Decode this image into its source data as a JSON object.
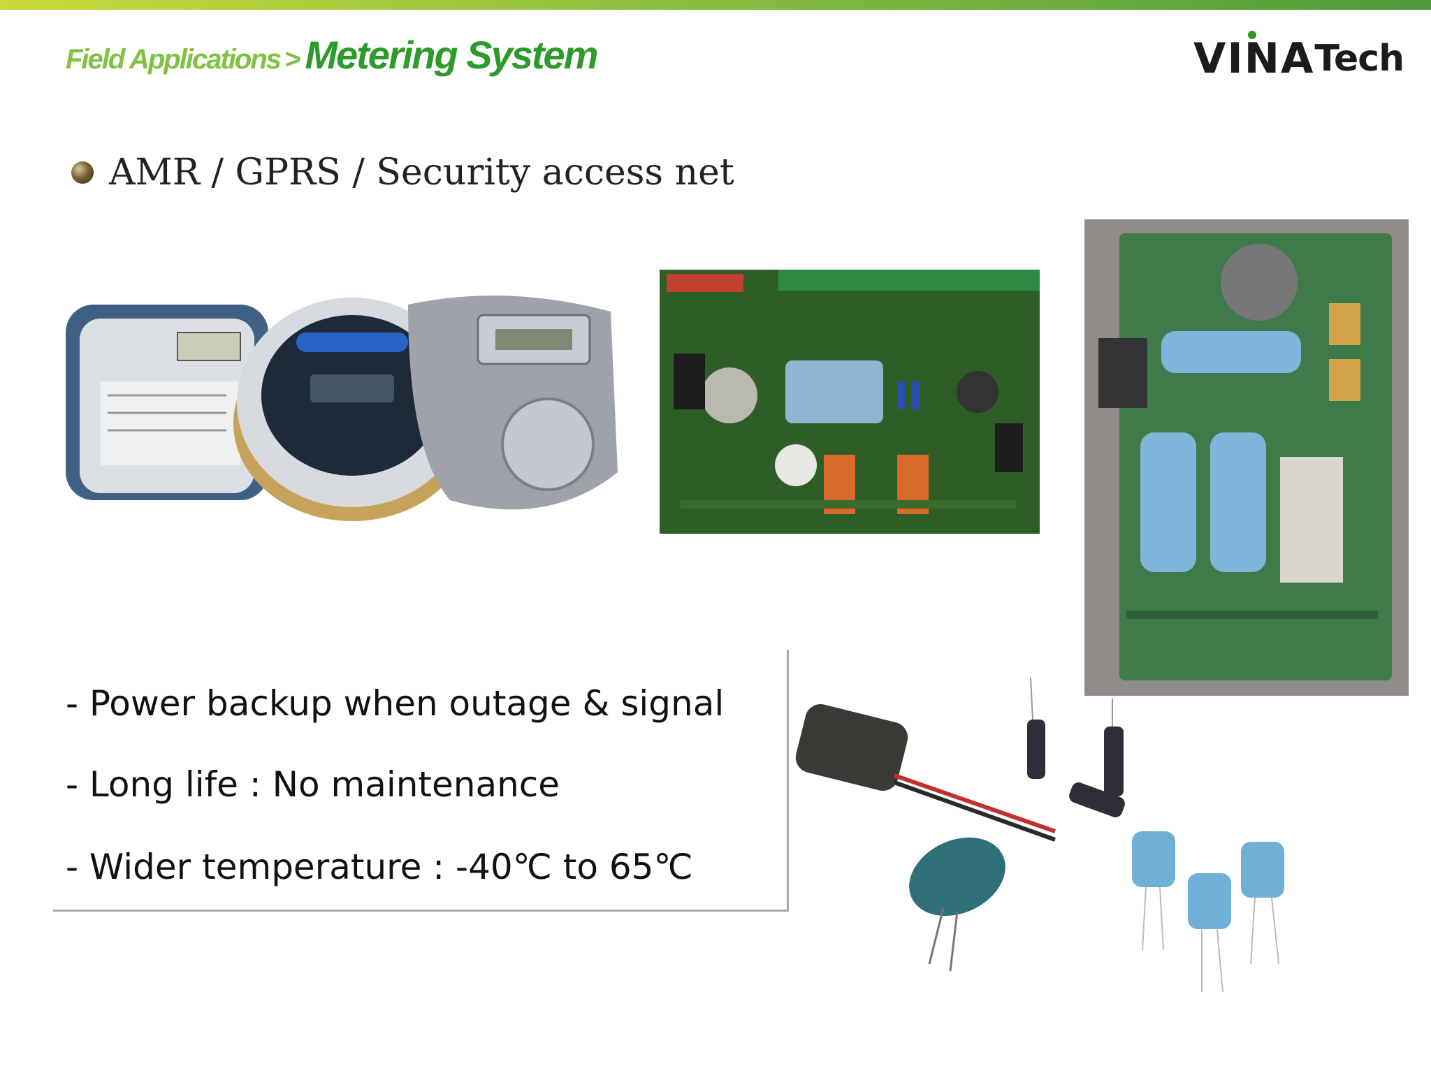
{
  "header": {
    "breadcrumb": "Field Applications",
    "separator": ">",
    "title": "Metering System"
  },
  "logo": {
    "vina": "VINA",
    "tech": "Tech"
  },
  "bullet": {
    "text": "AMR / GPRS / Security access net"
  },
  "features": [
    "- Power backup when outage & signal",
    "- Long life : No maintenance",
    "- Wider temperature : -40℃ to 65℃"
  ],
  "colors": {
    "accent_green": "#2e9a2a",
    "light_green": "#7fc243"
  }
}
